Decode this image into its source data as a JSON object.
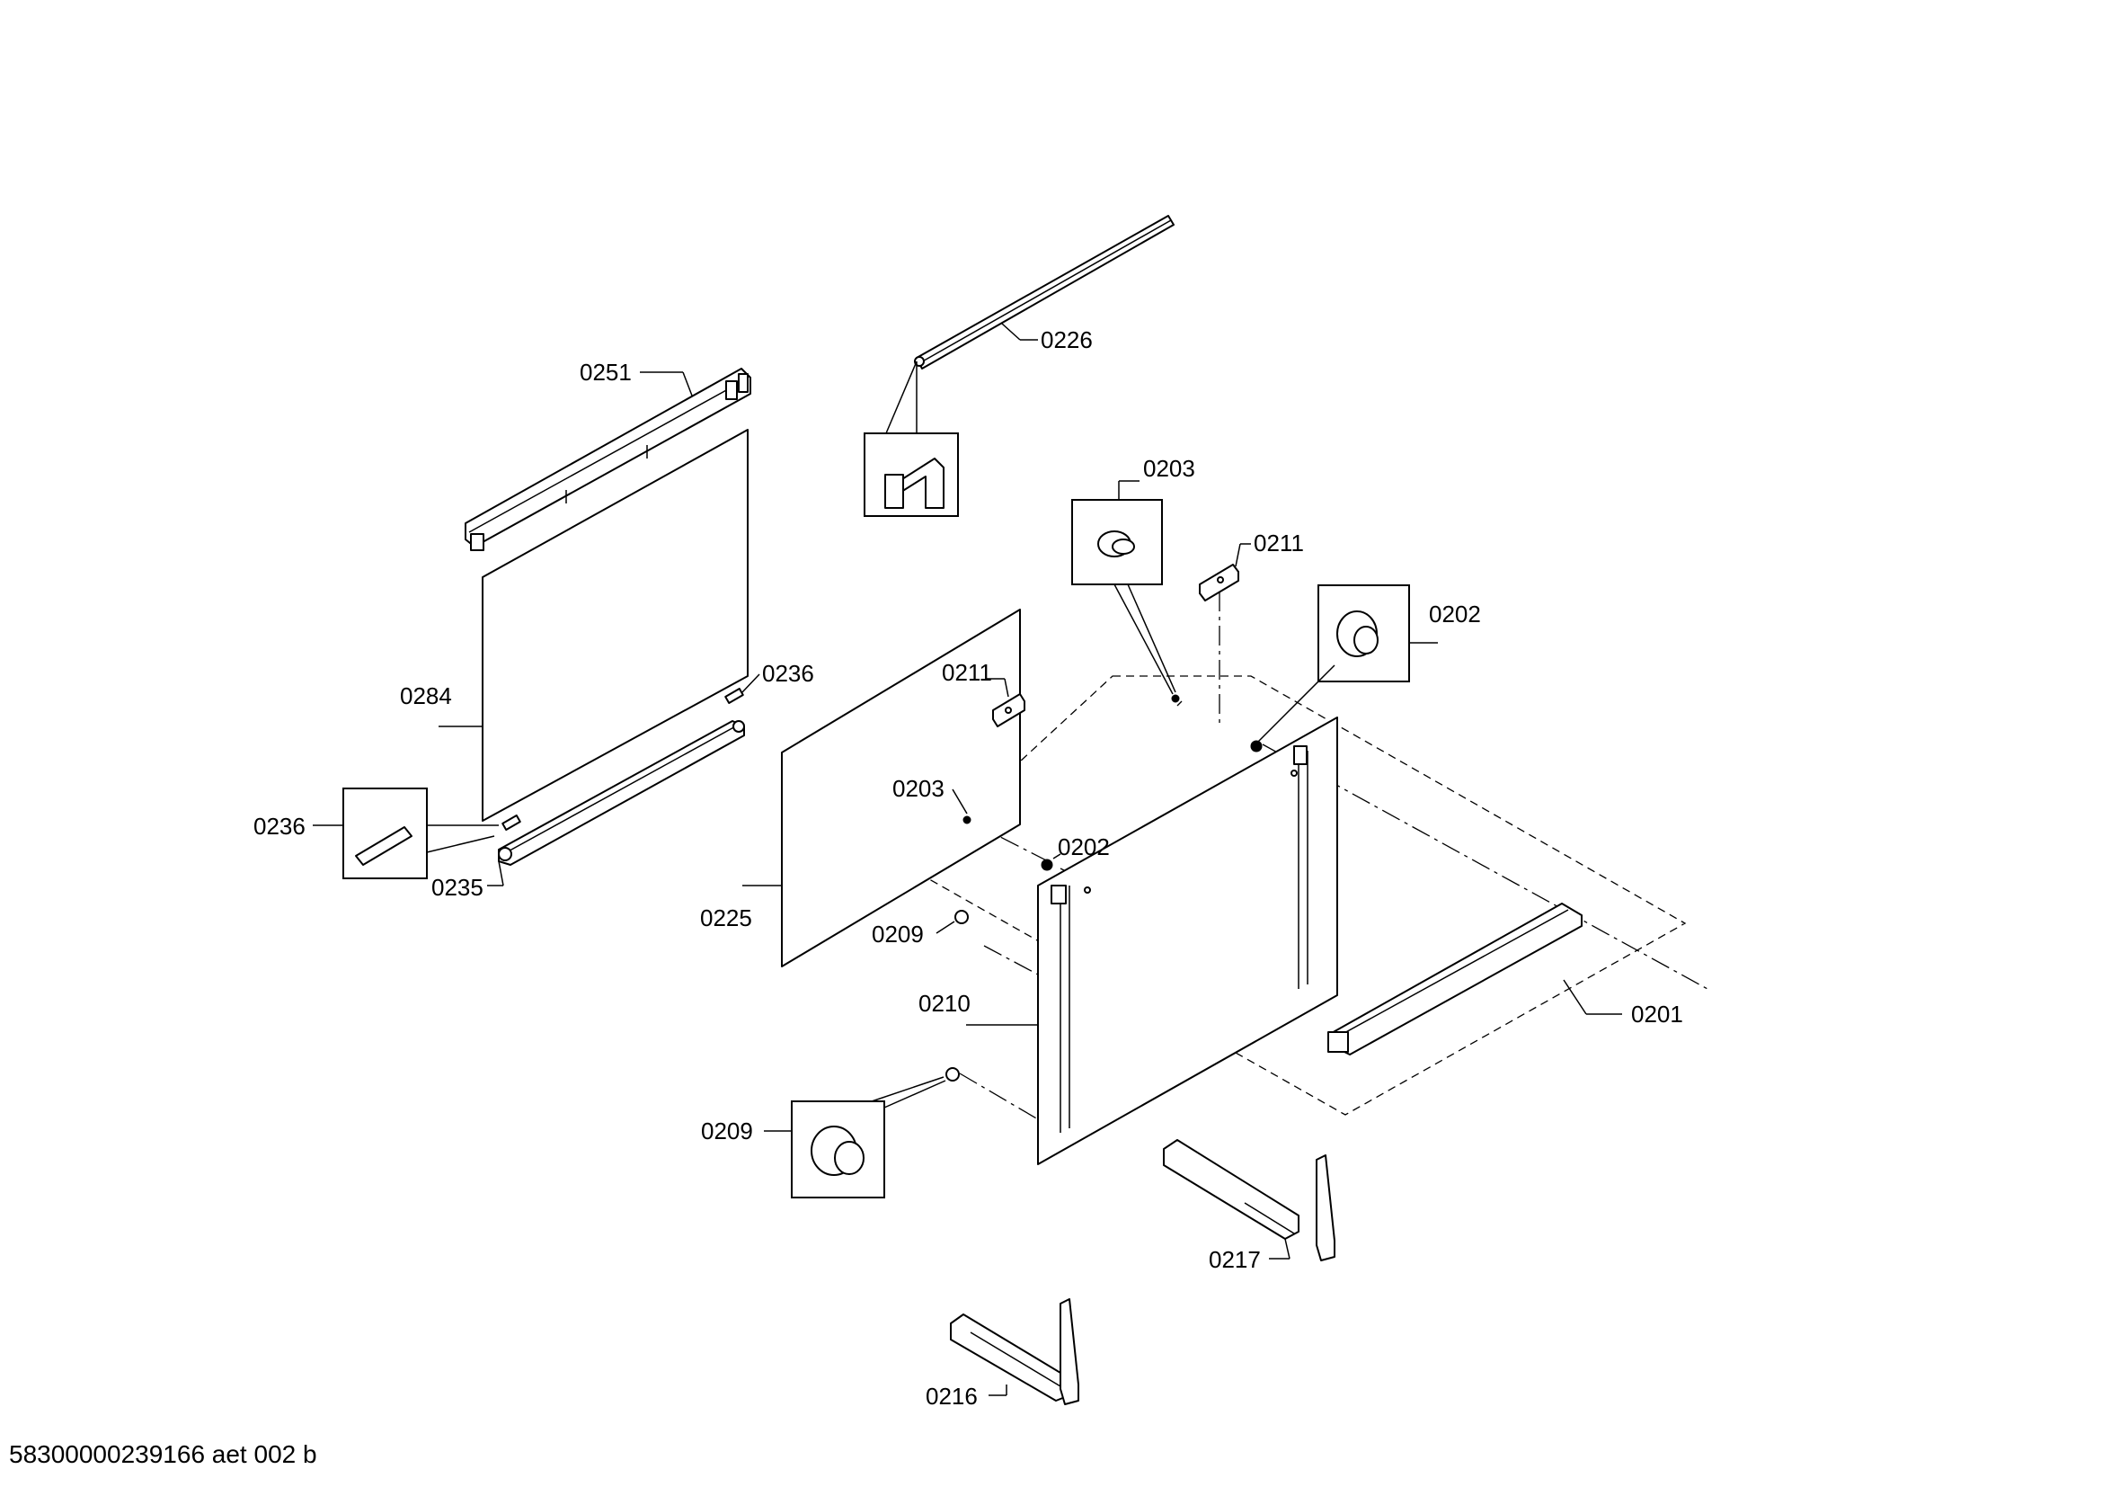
{
  "callouts": {
    "c0251": "0251",
    "c0226": "0226",
    "c0203_top": "0203",
    "c0211_top": "0211",
    "c0202_top": "0202",
    "c0236_right": "0236",
    "c0284": "0284",
    "c0211_mid": "0211",
    "c0203_mid": "0203",
    "c0202_mid": "0202",
    "c0236_left": "0236",
    "c0235": "0235",
    "c0225": "0225",
    "c0209_mid": "0209",
    "c0210": "0210",
    "c0201": "0201",
    "c0209_bottom": "0209",
    "c0217": "0217",
    "c0216": "0216"
  },
  "footer": {
    "drawing_id": "58300000239166 aet 002 b"
  }
}
